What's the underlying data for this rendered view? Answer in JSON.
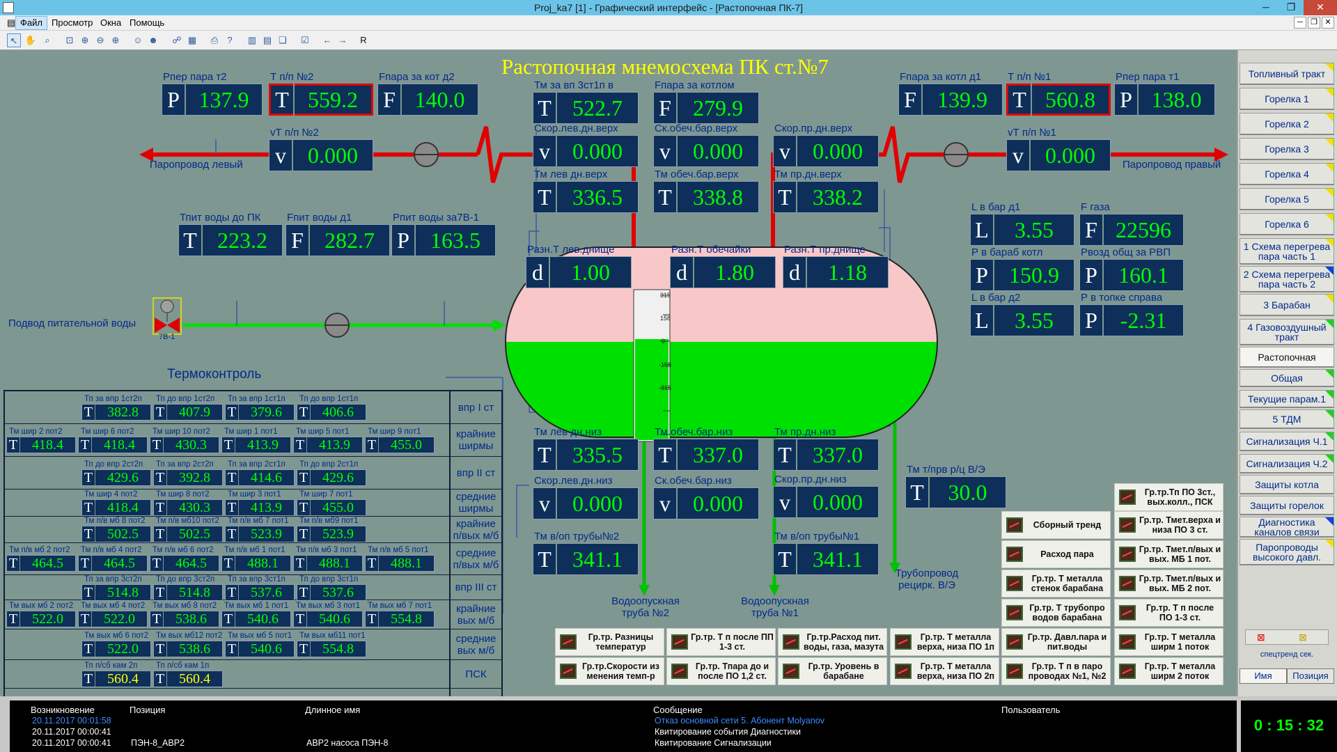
{
  "window": {
    "title": "Proj_ka7 [1] - Графический интерфейс - [Растопочная ПК-7]"
  },
  "menu": [
    "Файл",
    "Просмотр",
    "Окна",
    "Помощь"
  ],
  "page_title": "Растопочная мнемосхема ПК ст.№7",
  "pipe_labels": {
    "left": "Паропровод левый",
    "right": "Паропровод правый",
    "feed": "Подвод питательной воды",
    "valve": "7В-1",
    "downcomer2": [
      "Водоопускная",
      "труба №2"
    ],
    "downcomer1": [
      "Водоопускная",
      "труба №1"
    ],
    "recirc": [
      "Трубопровод",
      "рецирк. В/Э"
    ],
    "thermo_title": "Термоконтроль"
  },
  "colors": {
    "background": "#7f9791",
    "gauge_bg": "#0d2f59",
    "value": "#00ff00",
    "steam_pipe": "#e00000",
    "feed_pipe": "#00e000",
    "drum_steam": "#f8c8c8",
    "drum_water": "#00e000"
  },
  "gauges": [
    {
      "label": "Рпер пара т2",
      "ch": "P",
      "value": "137.9"
    },
    {
      "label": "Т п/п №2",
      "ch": "T",
      "value": "559.2",
      "alarm": true
    },
    {
      "label": "Fпара за кот д2",
      "ch": "F",
      "value": "140.0"
    },
    {
      "label": "vТ п/п №2",
      "ch": "v",
      "value": "0.000"
    },
    {
      "label": "Тм за вп 3ст1п в",
      "ch": "T",
      "value": "522.7"
    },
    {
      "label": "Fпара за котлом",
      "ch": "F",
      "value": "279.9"
    },
    {
      "label": "Скор.лев.дн.верх",
      "ch": "v",
      "value": "0.000"
    },
    {
      "label": "Ск.обеч.бар.верх",
      "ch": "v",
      "value": "0.000"
    },
    {
      "label": "Скор.пр.дн.верх",
      "ch": "v",
      "value": "0.000"
    },
    {
      "label": "Тм лев дн.верх",
      "ch": "T",
      "value": "336.5"
    },
    {
      "label": "Тм обеч.бар.верх",
      "ch": "T",
      "value": "338.8"
    },
    {
      "label": "Тм пр.дн.верх",
      "ch": "T",
      "value": "338.2"
    },
    {
      "label": "Fпара за котл д1",
      "ch": "F",
      "value": "139.9"
    },
    {
      "label": "Т п/п №1",
      "ch": "T",
      "value": "560.8",
      "alarm": true
    },
    {
      "label": "Рпер пара т1",
      "ch": "P",
      "value": "138.0"
    },
    {
      "label": "vТ п/п №1",
      "ch": "v",
      "value": "0.000"
    },
    {
      "label": "Тпит воды до ПК",
      "ch": "T",
      "value": "223.2"
    },
    {
      "label": "Fпит воды д1",
      "ch": "F",
      "value": "282.7"
    },
    {
      "label": "Рпит воды за7В-1",
      "ch": "P",
      "value": "163.5"
    },
    {
      "label": "Разн.Т лев.днище",
      "ch": "d",
      "value": "1.00"
    },
    {
      "label": "Разн.Т обечайки",
      "ch": "d",
      "value": "1.80"
    },
    {
      "label": "Разн.Т пр.днище",
      "ch": "d",
      "value": "1.18"
    },
    {
      "label": "L в бар д1",
      "ch": "L",
      "value": "3.55"
    },
    {
      "label": "F газа",
      "ch": "F",
      "value": "22596"
    },
    {
      "label": "Р в бараб котл",
      "ch": "P",
      "value": "150.9"
    },
    {
      "label": "Рвозд общ за РВП",
      "ch": "P",
      "value": "160.1"
    },
    {
      "label": "L в бар д2",
      "ch": "L",
      "value": "3.55"
    },
    {
      "label": "Р в топке справа",
      "ch": "P",
      "value": "-2.31"
    },
    {
      "label": "Тм лев дн.низ",
      "ch": "T",
      "value": "335.5"
    },
    {
      "label": "Тм обеч.бар.низ",
      "ch": "T",
      "value": "337.0"
    },
    {
      "label": "Тм пр.дн.низ",
      "ch": "T",
      "value": "337.0"
    },
    {
      "label": "Скор.лев.дн.низ",
      "ch": "v",
      "value": "0.000"
    },
    {
      "label": "Ск.обеч.бар.низ",
      "ch": "v",
      "value": "0.000"
    },
    {
      "label": "Скор.пр.дн.низ",
      "ch": "v",
      "value": "0.000"
    },
    {
      "label": "Тм т/прв р/ц В/Э",
      "ch": "T",
      "value": "30.0"
    },
    {
      "label": "Тм в/оп трубы№2",
      "ch": "T",
      "value": "341.1"
    },
    {
      "label": "Тм в/оп трубы№1",
      "ch": "T",
      "value": "341.1"
    }
  ],
  "level_gauge": {
    "ticks": [
      "315",
      "158",
      "0",
      "-158",
      "-315"
    ],
    "level": 0
  },
  "thermo": {
    "rows": [
      {
        "label": "впр I ст",
        "cells": [
          {
            "l": "Тп за впр 1ст2п",
            "c": "T",
            "v": "382.8"
          },
          {
            "l": "Тп до впр 1ст2п",
            "c": "T",
            "v": "407.9"
          },
          {
            "l": "Тп за впр 1ст1п",
            "c": "T",
            "v": "379.6"
          },
          {
            "l": "Тп до впр 1ст1п",
            "c": "T",
            "v": "406.6"
          }
        ]
      },
      {
        "label": "крайние ширмы",
        "cells": [
          {
            "l": "Тм шир 2 пот2",
            "c": "T",
            "v": "418.4"
          },
          {
            "l": "Тм шир 6 пот2",
            "c": "T",
            "v": "418.4"
          },
          {
            "l": "Тм шир 10 пот2",
            "c": "T",
            "v": "430.3"
          },
          {
            "l": "Тм шир 1 пот1",
            "c": "T",
            "v": "413.9"
          },
          {
            "l": "Тм шир 5 пот1",
            "c": "T",
            "v": "413.9"
          },
          {
            "l": "Тм шир 9 пот1",
            "c": "T",
            "v": "455.0"
          }
        ]
      },
      {
        "label": "впр II ст",
        "cells": [
          {
            "l": "Тп до впр 2ст2п",
            "c": "T",
            "v": "429.6"
          },
          {
            "l": "Тп за впр 2ст2п",
            "c": "T",
            "v": "392.8"
          },
          {
            "l": "Тп за впр 2ст1п",
            "c": "T",
            "v": "414.6"
          },
          {
            "l": "Тп до впр 2ст1п",
            "c": "T",
            "v": "429.6"
          }
        ]
      },
      {
        "label": "средние ширмы",
        "cells": [
          {
            "l": "Тм шир 4 пот2",
            "c": "T",
            "v": "418.4"
          },
          {
            "l": "Тм шир 8 пот2",
            "c": "T",
            "v": "430.3"
          },
          {
            "l": "Тм шир 3 пот1",
            "c": "T",
            "v": "413.9"
          },
          {
            "l": "Тм шир 7 пот1",
            "c": "T",
            "v": "455.0"
          }
        ]
      },
      {
        "label": "крайние п/вых м/б",
        "cells": [
          {
            "l": "Тм п/в мб 8 пот2",
            "c": "T",
            "v": "502.5"
          },
          {
            "l": "Тм п/в мб10 пот2",
            "c": "T",
            "v": "502.5"
          },
          {
            "l": "Тм п/в мб 7 пот1",
            "c": "T",
            "v": "523.9"
          },
          {
            "l": "Тм п/в мб9 пот1",
            "c": "T",
            "v": "523.9"
          }
        ]
      },
      {
        "label": "средние п/вых м/б",
        "cells": [
          {
            "l": "Тм п/в мб 2 пот2",
            "c": "T",
            "v": "464.5"
          },
          {
            "l": "Тм п/в мб 4 пот2",
            "c": "T",
            "v": "464.5"
          },
          {
            "l": "Тм п/в мб 6 пот2",
            "c": "T",
            "v": "464.5"
          },
          {
            "l": "Тм п/в мб 1 пот1",
            "c": "T",
            "v": "488.1"
          },
          {
            "l": "Тм п/в мб 3 пот1",
            "c": "T",
            "v": "488.1"
          },
          {
            "l": "Тм п/в мб 5 пот1",
            "c": "T",
            "v": "488.1"
          }
        ]
      },
      {
        "label": "впр III ст",
        "cells": [
          {
            "l": "Тп за впр 3ст2п",
            "c": "T",
            "v": "514.8"
          },
          {
            "l": "Тп до впр 3ст2п",
            "c": "T",
            "v": "514.8"
          },
          {
            "l": "Тп за впр 3ст1п",
            "c": "T",
            "v": "537.6"
          },
          {
            "l": "Тп до впр 3ст1п",
            "c": "T",
            "v": "537.6"
          }
        ]
      },
      {
        "label": "крайние вых м/б",
        "cells": [
          {
            "l": "Тм вых мб 2 пот2",
            "c": "T",
            "v": "522.0"
          },
          {
            "l": "Тм вых мб 4 пот2",
            "c": "T",
            "v": "522.0"
          },
          {
            "l": "Тм вых мб 8 пот2",
            "c": "T",
            "v": "538.6"
          },
          {
            "l": "Тм вых мб 1 пот1",
            "c": "T",
            "v": "540.6"
          },
          {
            "l": "Тм вых мб 3 пот1",
            "c": "T",
            "v": "540.6"
          },
          {
            "l": "Тм вых мб 7 пот1",
            "c": "T",
            "v": "554.8"
          }
        ]
      },
      {
        "label": "средние вых м/б",
        "cells": [
          {
            "l": "Тм вых мб 6 пот2",
            "c": "T",
            "v": "522.0"
          },
          {
            "l": "Тм вых мб12 пот2",
            "c": "T",
            "v": "538.6"
          },
          {
            "l": "Тм вых мб 5 пот1",
            "c": "T",
            "v": "540.6"
          },
          {
            "l": "Тм вых мб11 пот1",
            "c": "T",
            "v": "554.8"
          }
        ]
      },
      {
        "label": "ПСК",
        "cells": [
          {
            "l": "Тп п/сб кам 2п",
            "c": "T",
            "v": "560.4",
            "yellow": true
          },
          {
            "l": "Тп п/сб кам 1п",
            "c": "T",
            "v": "560.4",
            "yellow": true
          }
        ]
      }
    ]
  },
  "trends": [
    "Гр.тр.Тп ПО 3ст., вых.колл., ПСК",
    "Сборный тренд",
    "Гр.тр. Тмет.верха и низа ПО 3 ст.",
    "Расход пара",
    "Гр.тр. Тмет.п/вых и вых. МБ 1 пот.",
    "Гр.тр. Т металла стенок барабана",
    "Гр.тр. Тмет.п/вых и вых. МБ 2 пот.",
    "Гр.тр. Т трубопро водов барабана",
    "Гр.тр. Т п после ПО 1-3 ст.",
    "Гр.тр. Разницы температур",
    "Гр.тр. Т п после ПП 1-3 ст.",
    "Гр.тр.Расход пит. воды, газа, мазута",
    "Гр.тр. Т металла верха, низа ПО 1п",
    "Гр.тр. Давл.пара и пит.воды",
    "Гр.тр. Т металла ширм 1 поток",
    "Гр.тр.Скорости из менения темп-р",
    "Гр.тр. Тпара до и после ПО 1,2 ст.",
    "Гр.тр. Уровень в барабане",
    "Гр.тр. Т металла верха, низа ПО 2п",
    "Гр.тр. Т п в паро проводах №1, №2",
    "Гр.тр. Т металла ширм 2 поток"
  ],
  "nav": [
    {
      "label": "Топливный тракт",
      "mark": "yellow"
    },
    {
      "label": "Горелка 1",
      "mark": "yellow"
    },
    {
      "label": "Горелка 2",
      "mark": "yellow"
    },
    {
      "label": "Горелка 3",
      "mark": "yellow"
    },
    {
      "label": "Горелка 4",
      "mark": "yellow"
    },
    {
      "label": "Горелка 5",
      "mark": "yellow"
    },
    {
      "label": "Горелка 6",
      "mark": "yellow"
    },
    {
      "label": "1 Схема перегрева пара часть 1",
      "mark": "yellow"
    },
    {
      "label": "2 Схема перегрева пара часть 2",
      "mark": "blue"
    },
    {
      "label": "3 Барабан",
      "mark": "yellow"
    },
    {
      "label": "4 Газовоздушный тракт",
      "mark": "green"
    },
    {
      "label": "Растопочная",
      "mark": "",
      "active": true
    },
    {
      "label": "Общая",
      "mark": "green"
    },
    {
      "label": "Текущие парам.1",
      "mark": "green"
    },
    {
      "label": "5 ТДМ",
      "mark": "green"
    },
    {
      "label": "Сигнализация Ч.1",
      "mark": "green"
    },
    {
      "label": "Сигнализация Ч.2",
      "mark": "green"
    },
    {
      "label": "Защиты котла",
      "mark": ""
    },
    {
      "label": "Защиты горелок",
      "mark": ""
    },
    {
      "label": "Диагностика каналов связи",
      "mark": "blue"
    },
    {
      "label": "Паропроводы высокого давл.",
      "mark": "yellow"
    }
  ],
  "spec_trend": {
    "label": "спецтренд сек.",
    "tabs": [
      "Имя",
      "Позиция"
    ]
  },
  "events": {
    "headers": [
      "Возникновение",
      "Позиция",
      "Длинное имя",
      "Сообщение",
      "Пользователь"
    ],
    "rows": [
      {
        "time": "20.11.2017 00:01:58",
        "pos": "",
        "name": "",
        "msg": "Отказ основной сети  5. Абонент Molyanov",
        "color": "#3c8cff"
      },
      {
        "time": "20.11.2017 00:00:41",
        "pos": "",
        "name": "",
        "msg": "Квитирование события Диагностики",
        "color": "#ffffff"
      },
      {
        "time": "20.11.2017 00:00:41",
        "pos": "ПЭН-8_АВР2",
        "name": "АВР2 насоса ПЭН-8",
        "msg": "Квитирование Сигнализации",
        "color": "#ffffff"
      }
    ]
  },
  "clock": "0 : 15 : 32"
}
